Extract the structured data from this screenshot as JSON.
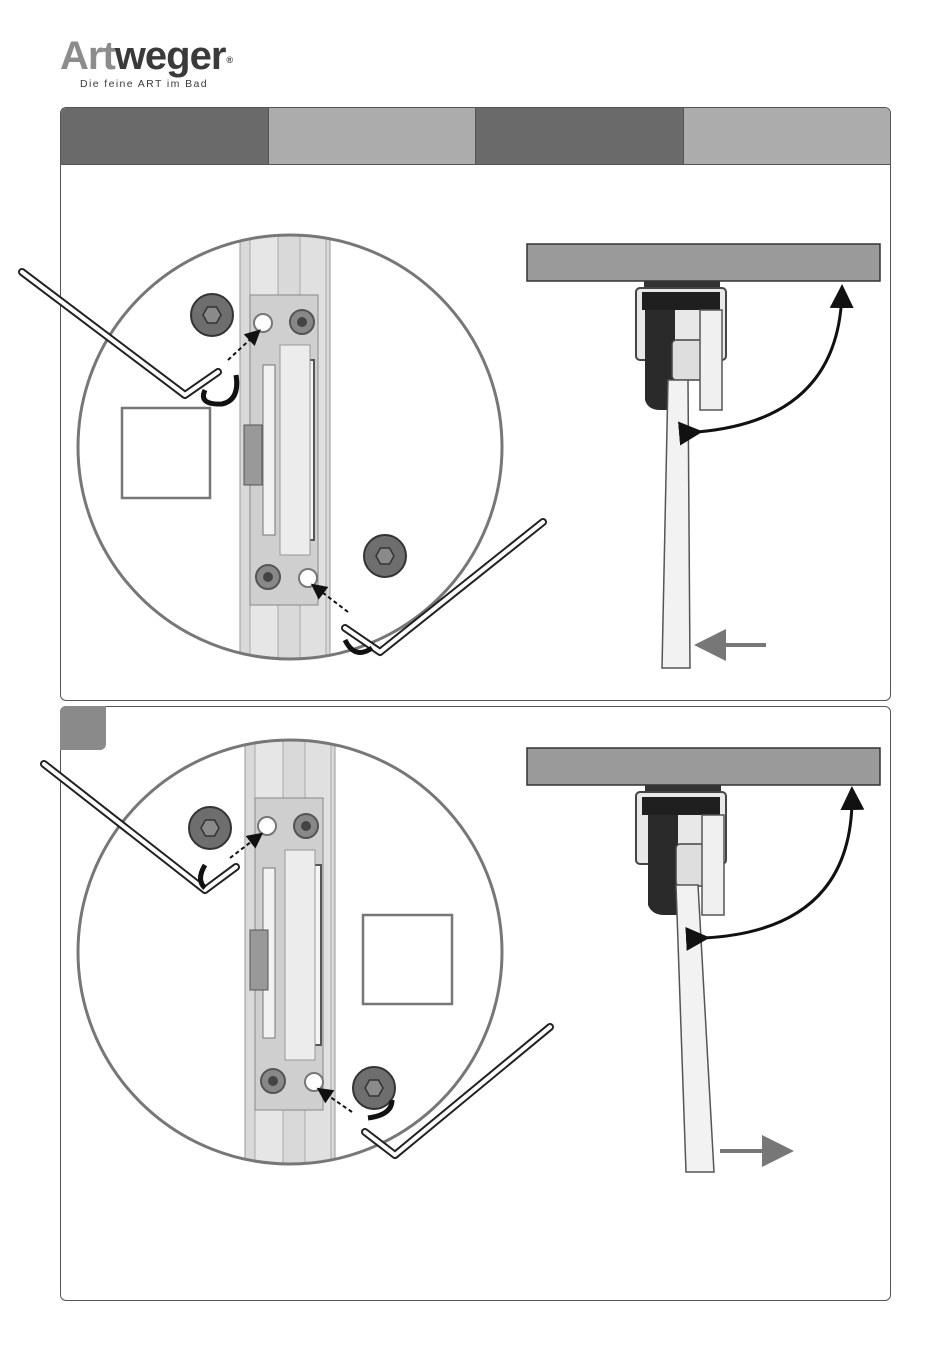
{
  "brand": {
    "name_part1": "Art",
    "name_part2": "weger",
    "registered": "®",
    "tagline": "Die feine ART im Bad"
  },
  "header_tabs": [
    {
      "id": "tab-1",
      "shade": "dark",
      "label": ""
    },
    {
      "id": "tab-2",
      "shade": "light",
      "label": ""
    },
    {
      "id": "tab-3",
      "shade": "dark",
      "label": ""
    },
    {
      "id": "tab-4",
      "shade": "light",
      "label": ""
    }
  ],
  "steps": [
    {
      "id": "step-1",
      "direction": "left",
      "screw_rotation": "loosen"
    },
    {
      "id": "step-2",
      "direction": "right",
      "screw_rotation": "tighten"
    }
  ],
  "colors": {
    "frame": "#555555",
    "tab_dark": "#6a6a6a",
    "tab_light": "#acacac",
    "profile": "#9a9a9a",
    "screw": "#6e6e6e"
  },
  "icons": [
    "hex-key-icon",
    "hex-screw-icon",
    "rotation-arrow-icon",
    "direction-arrow-icon"
  ]
}
